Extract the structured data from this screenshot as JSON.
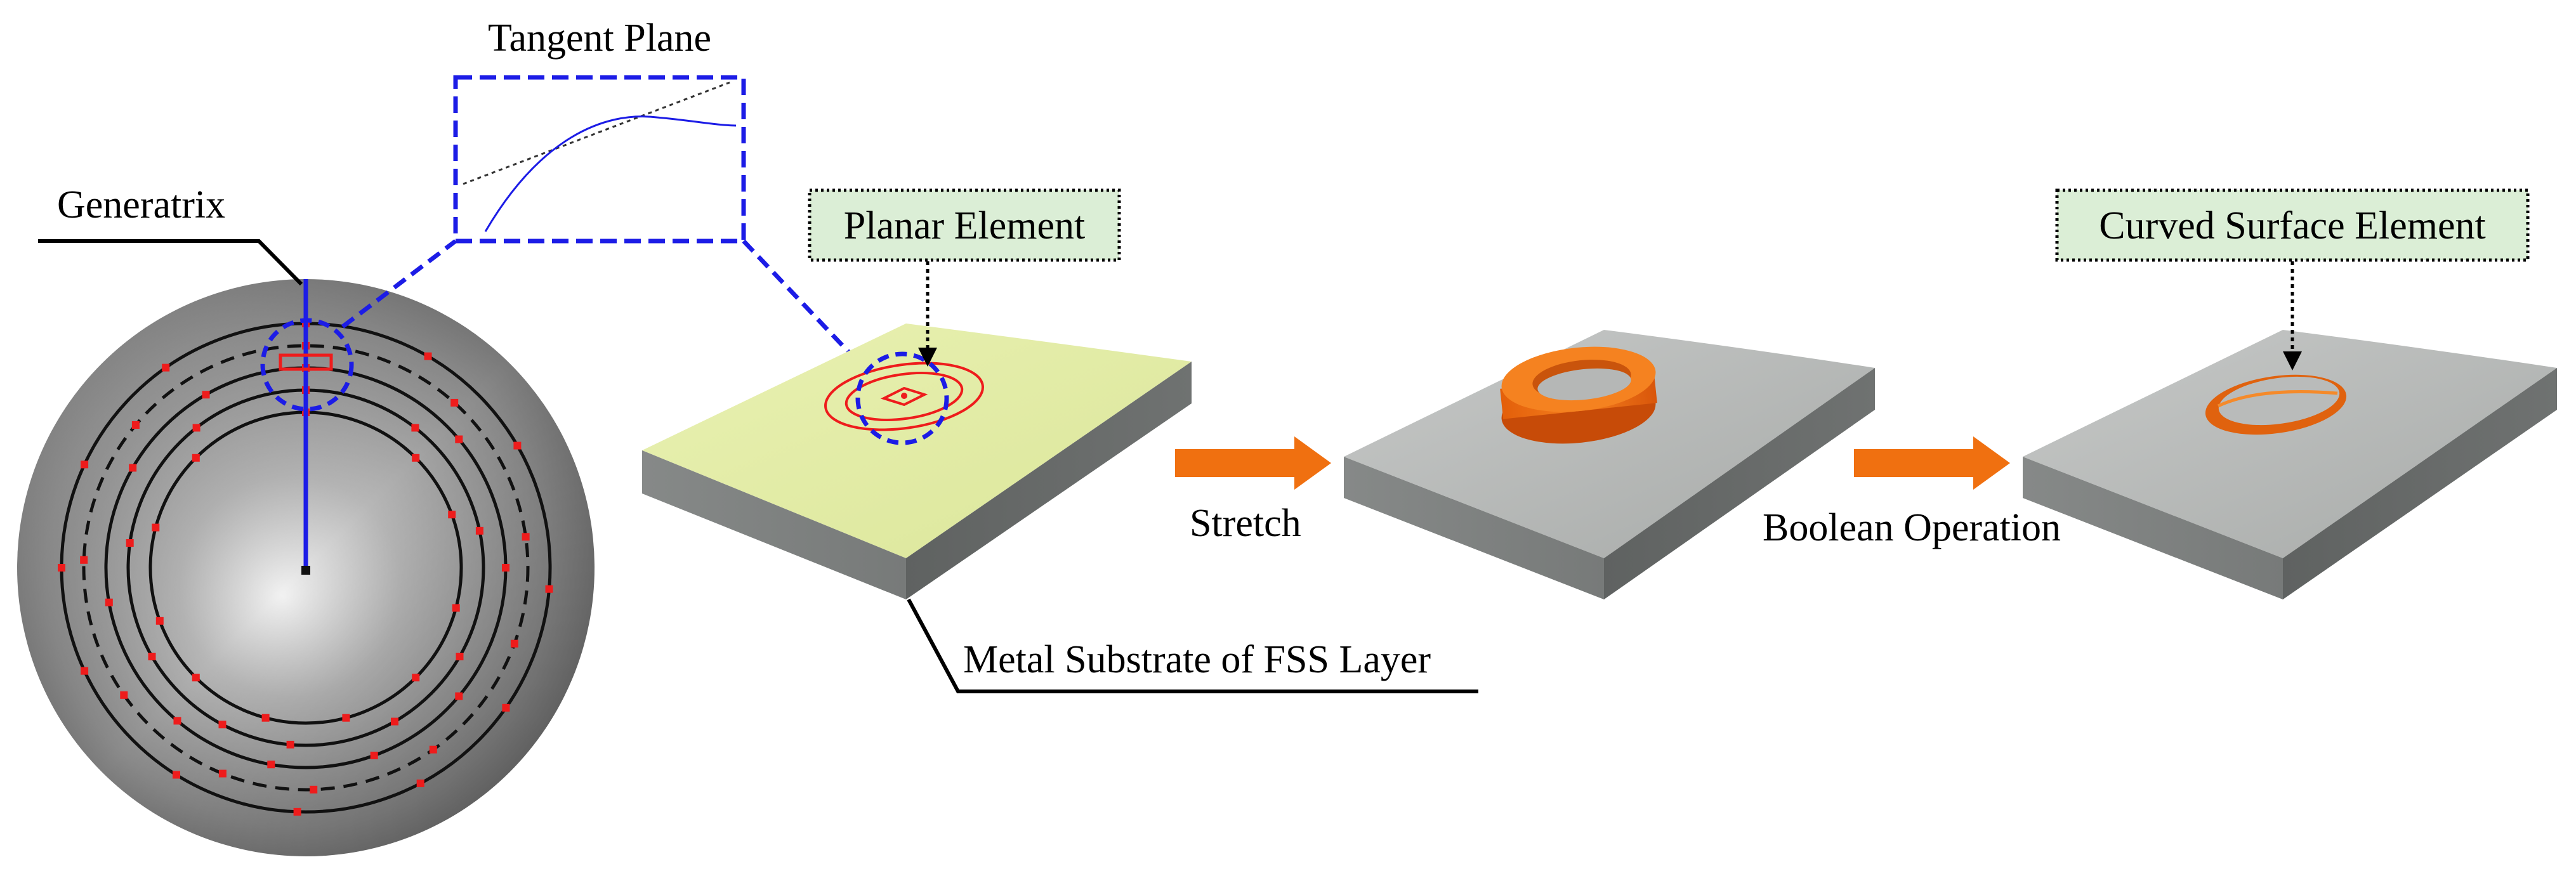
{
  "labels": {
    "generatrix": "Generatrix",
    "tangent_plane": "Tangent Plane",
    "planar_element": "Planar Element",
    "curved_surface_element": "Curved Surface Element",
    "metal_substrate": "Metal Substrate of FSS Layer",
    "stretch": "Stretch",
    "boolean_operation": "Boolean Operation"
  },
  "colors": {
    "blue": "#1c1ce6",
    "red": "#ee1c1c",
    "orange": "#f07010",
    "callout_fill": "#dbeed6",
    "substrate_top_yellow": "#e6efa6",
    "substrate_top_gray": "#b8bab9",
    "substrate_side": "#6b6e6c"
  }
}
